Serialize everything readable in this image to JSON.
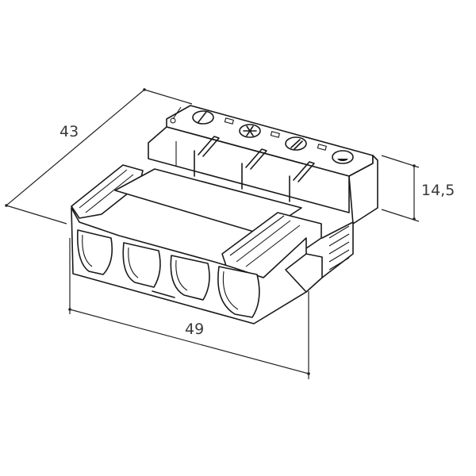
{
  "drawing": {
    "subject": "connector-housing-isometric",
    "line_color": "#1a1a1a",
    "background": "#ffffff"
  },
  "dimensions": {
    "depth": {
      "value": "43"
    },
    "height": {
      "value": "14,5"
    },
    "width": {
      "value": "49"
    }
  },
  "terminals": {
    "count": 4,
    "screw_symbols": [
      "slot",
      "star",
      "slot-angled",
      "half"
    ]
  }
}
